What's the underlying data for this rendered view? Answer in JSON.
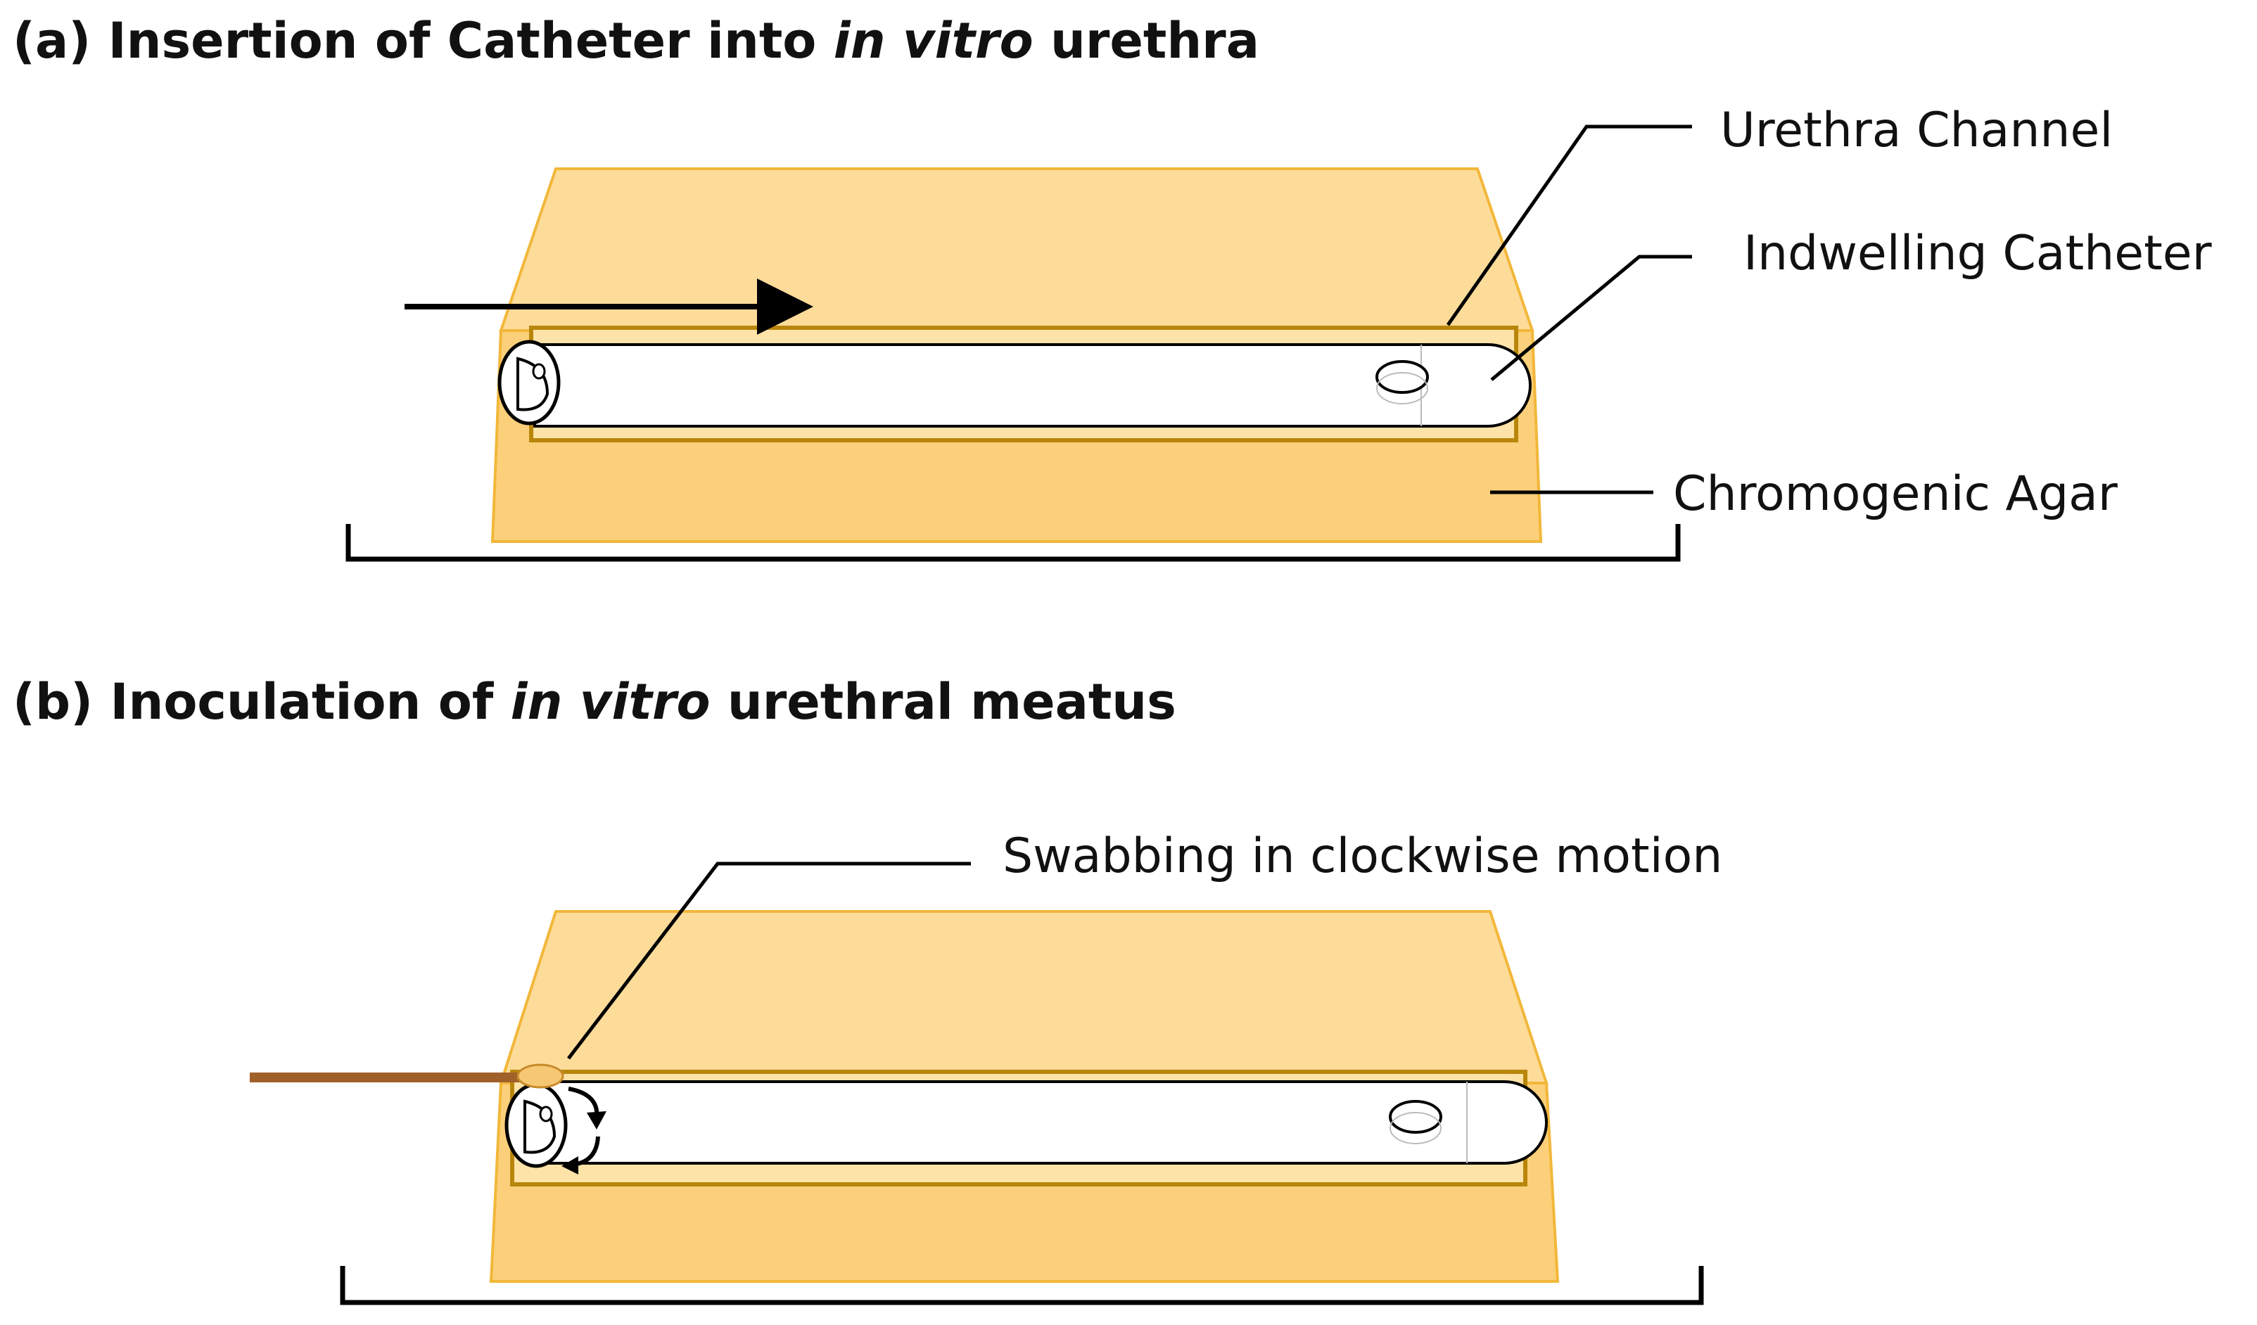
{
  "panel_a": {
    "title_prefix": "(a)  Insertion of Catheter into ",
    "title_italic": "in vitro",
    "title_suffix": " urethra",
    "labels": {
      "urethra_channel": "Urethra Channel",
      "indwelling_catheter": "Indwelling Catheter",
      "chromogenic_agar": "Chromogenic Agar"
    }
  },
  "panel_b": {
    "title_prefix": "(b) Inoculation of ",
    "title_italic": "in vitro",
    "title_suffix": " urethral meatus",
    "labels": {
      "swabbing": "Swabbing in clockwise motion"
    }
  },
  "colors": {
    "agar_light": "#fddc9a",
    "agar_dark": "#fcd07a",
    "agar_edge": "#f2b73a",
    "channel_edge": "#b8860b",
    "swab_stick": "#a0602a",
    "swab_tip": "#f6c873",
    "line": "#000000"
  }
}
